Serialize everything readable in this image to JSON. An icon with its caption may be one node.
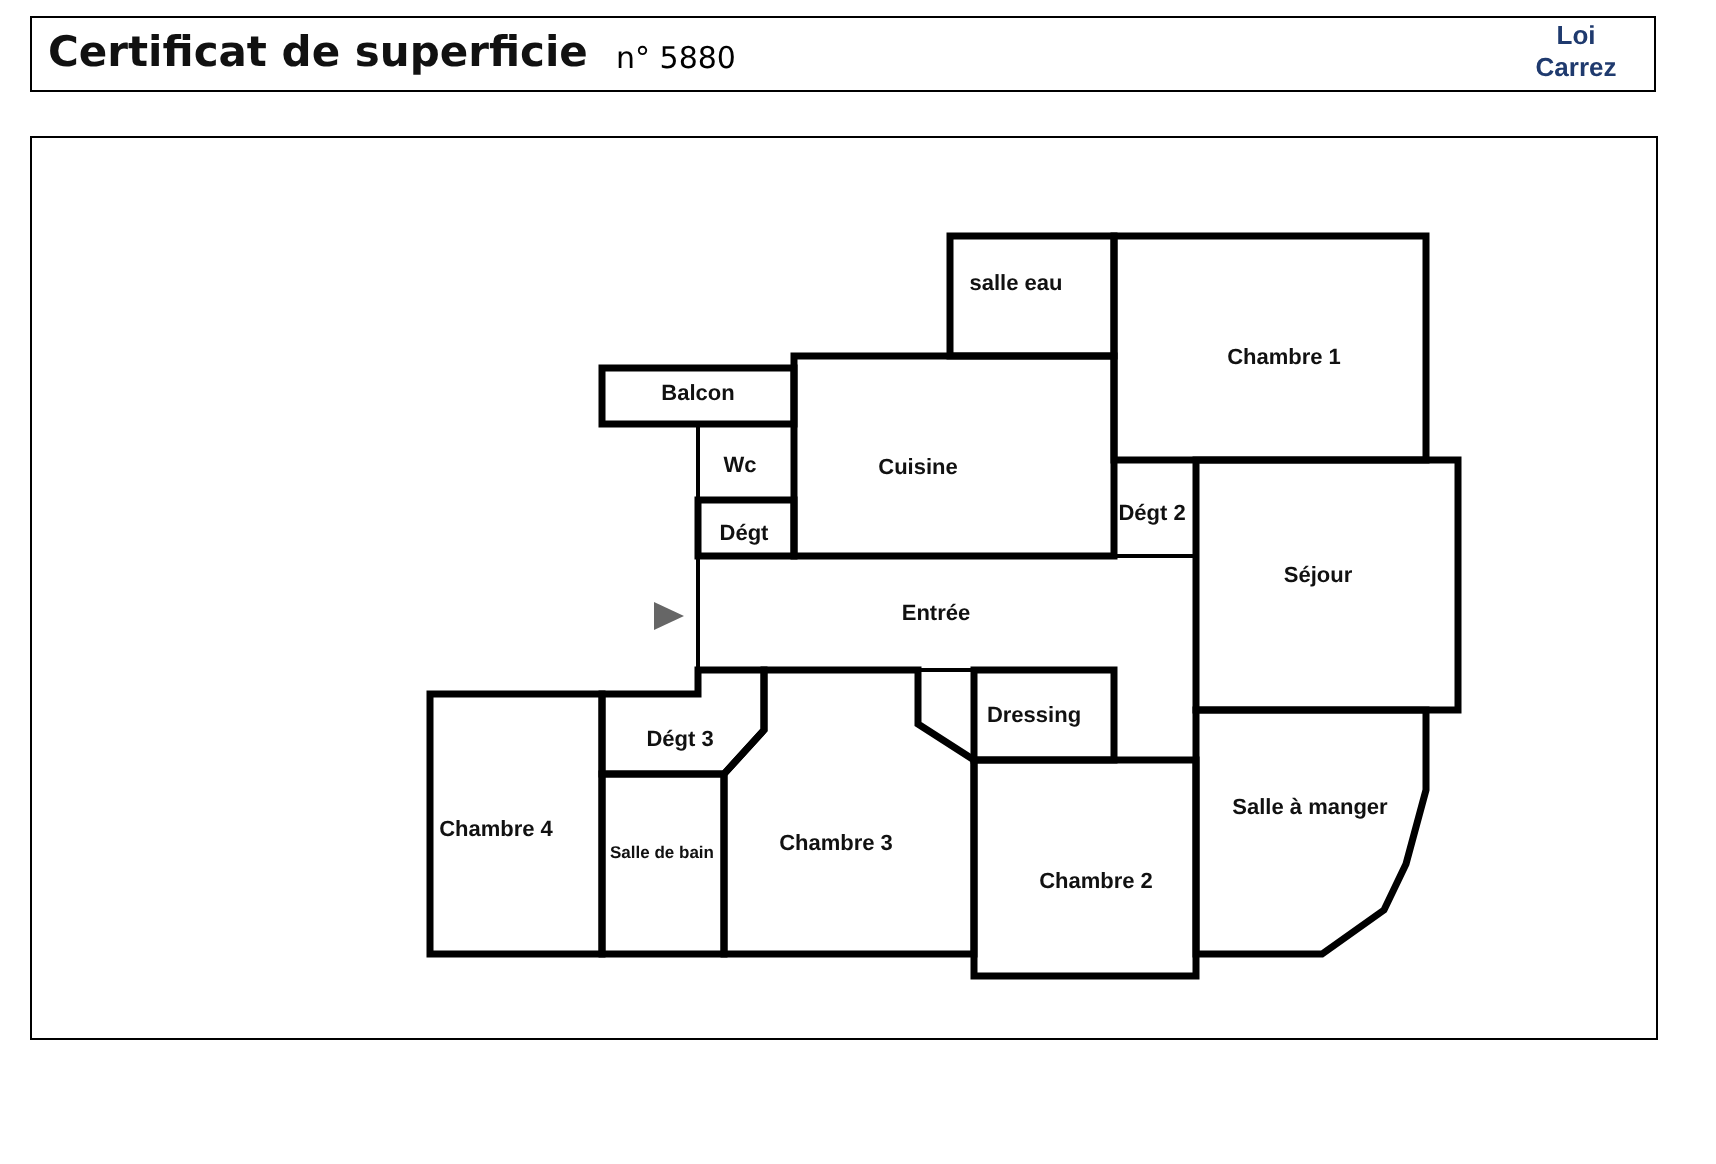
{
  "diagram": {
    "title": "Certificat de superficie",
    "nodes": [
      {
        "text": [
          "salle eau"
        ]
      },
      {
        "text": [
          "Chambre 1"
        ]
      },
      {
        "text": [
          "Balcon"
        ]
      },
      {
        "text": [
          "Cuisine"
        ]
      },
      {
        "text": [
          "Wc"
        ]
      },
      {
        "text": [
          "Dégt 2"
        ]
      },
      {
        "text": [
          "Dégt"
        ]
      },
      {
        "text": [
          "Séjour"
        ]
      },
      {
        "text": [
          "Entrée"
        ]
      },
      {
        "text": [
          "Dégt 3"
        ]
      },
      {
        "text": [
          "Dressing"
        ]
      },
      {
        "text": [
          "Chambre 4"
        ]
      },
      {
        "text": [
          "Salle de bain"
        ]
      },
      {
        "text": [
          "Chambre 3"
        ]
      },
      {
        "text": [
          "Salle à manger"
        ]
      },
      {
        "text": [
          "Chambre 2"
        ]
      }
    ],
    "labels": [
      "n° 5880",
      "Loi Carrez"
    ]
  }
}
